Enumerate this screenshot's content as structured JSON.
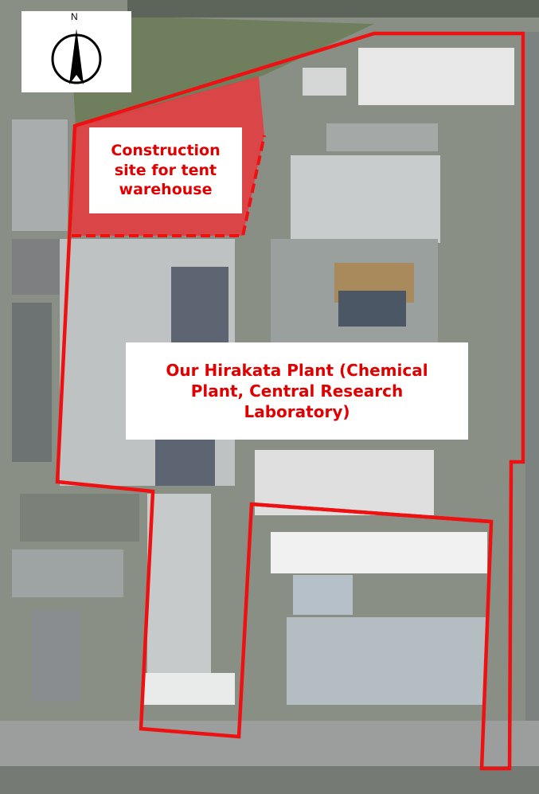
{
  "compass": {
    "north_label": "N",
    "icon": "north-arrow-icon"
  },
  "labels": {
    "construction": [
      "Construction",
      "site for tent",
      "warehouse"
    ],
    "plant": [
      "Our Hirakata Plant (Chemical",
      "Plant, Central Research",
      "Laboratory)"
    ]
  },
  "colors": {
    "boundary": "#ee1111",
    "construction_fill": "#e8383d",
    "label_text": "#e00000"
  }
}
